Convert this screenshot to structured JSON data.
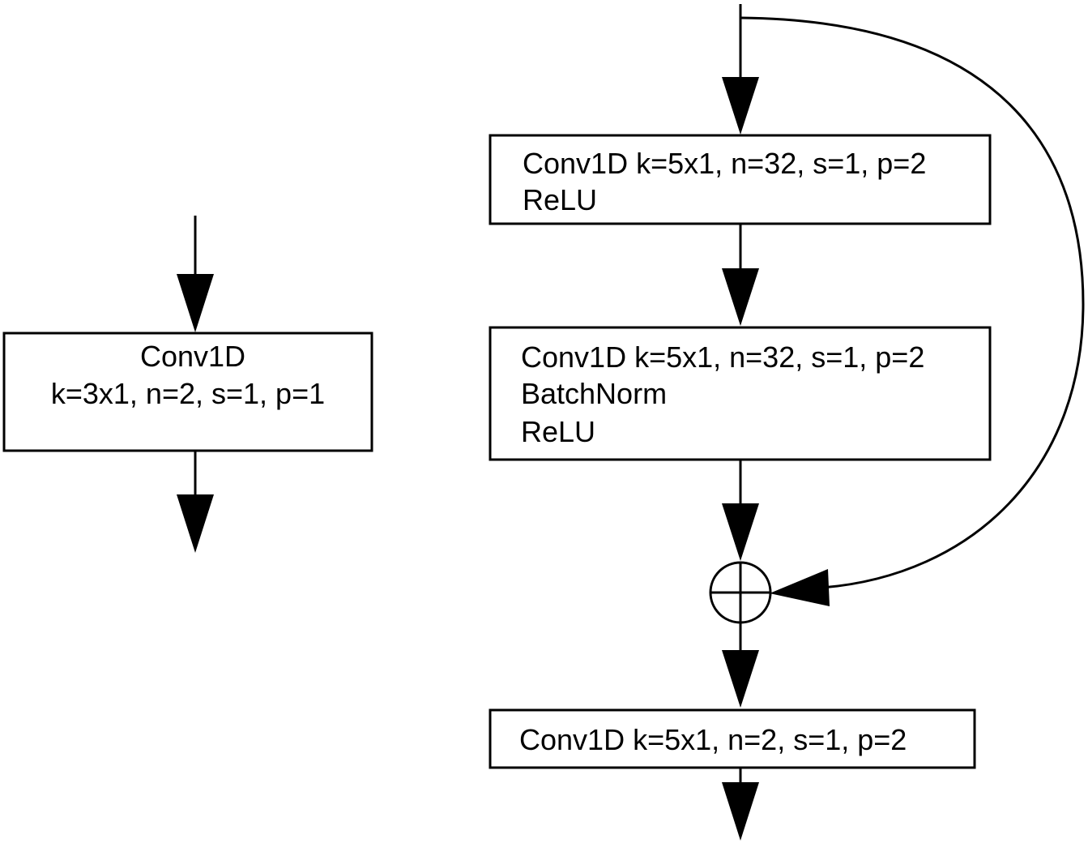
{
  "simple_block": {
    "node": {
      "line1": "Conv1D",
      "line2": "k=3x1, n=2, s=1, p=1"
    }
  },
  "residual_block": {
    "conv1": {
      "line1": "Conv1D k=5x1, n=32, s=1, p=2",
      "line2": "ReLU"
    },
    "conv2": {
      "line1": "Conv1D k=5x1, n=32, s=1, p=2",
      "line2": "BatchNorm",
      "line3": "ReLU"
    },
    "sum_node": {
      "symbol": "add"
    },
    "conv_out": {
      "line1": "Conv1D k=5x1, n=2, s=1, p=2"
    }
  },
  "edges": [
    {
      "from": "input",
      "to": "simple_block.node"
    },
    {
      "from": "simple_block.node",
      "to": "output"
    },
    {
      "from": "input",
      "to": "residual_block.conv1"
    },
    {
      "from": "residual_block.conv1",
      "to": "residual_block.conv2"
    },
    {
      "from": "residual_block.conv2",
      "to": "residual_block.sum_node"
    },
    {
      "from": "input",
      "to": "residual_block.sum_node",
      "kind": "skip"
    },
    {
      "from": "residual_block.sum_node",
      "to": "residual_block.conv_out"
    },
    {
      "from": "residual_block.conv_out",
      "to": "output"
    }
  ]
}
